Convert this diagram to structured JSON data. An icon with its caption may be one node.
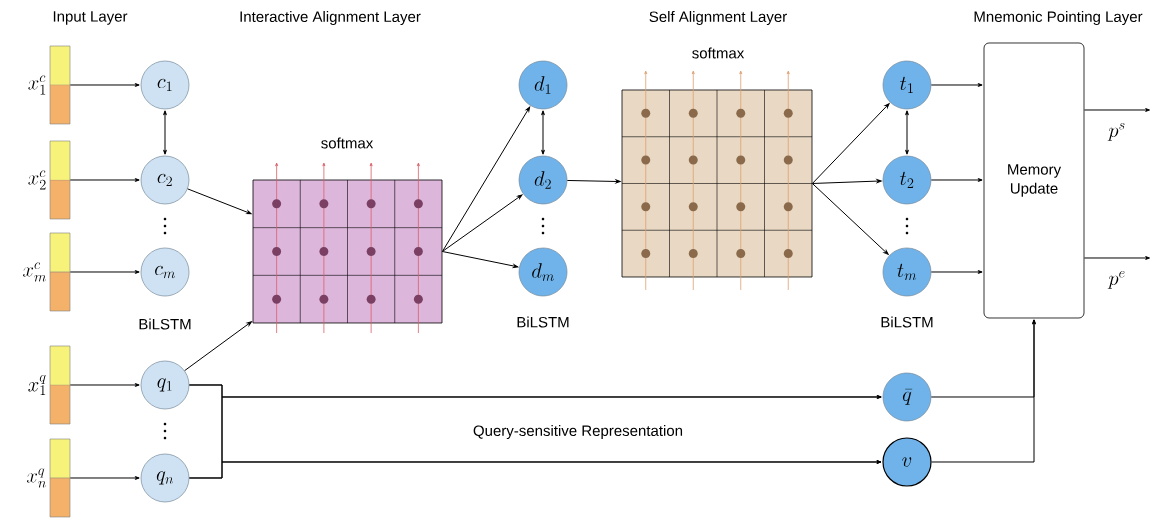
{
  "diagram": {
    "nodes": [
      {
        "text": [],
        "shape": "bar",
        "beside": [
          "x^{c}_{1}"
        ]
      },
      {
        "text": [],
        "shape": "bar",
        "beside": [
          "x^{c}_{2}"
        ]
      },
      {
        "text": [],
        "shape": "bar",
        "beside": [
          "x^{c}_{m}"
        ]
      },
      {
        "text": [],
        "shape": "bar",
        "beside": [
          "x^{q}_{1}"
        ]
      },
      {
        "text": [],
        "shape": "bar",
        "beside": [
          "x^{q}_{n}"
        ]
      },
      {
        "text": [
          "c_1"
        ]
      },
      {
        "text": [
          "c_2"
        ]
      },
      {
        "text": [
          "c_m"
        ]
      },
      {
        "text": [
          "q_1"
        ]
      },
      {
        "text": [
          "q_n"
        ]
      },
      {
        "text": [],
        "shape": "box",
        "beside": [
          "softmax"
        ]
      },
      {
        "text": [
          "d_1"
        ]
      },
      {
        "text": [
          "d_2"
        ]
      },
      {
        "text": [
          "d_m"
        ]
      },
      {
        "text": [],
        "shape": "box",
        "beside": [
          "softmax"
        ]
      },
      {
        "text": [
          "t_1"
        ]
      },
      {
        "text": [
          "t_2"
        ]
      },
      {
        "text": [
          "t_m"
        ]
      },
      {
        "text": [
          "Memory Update"
        ]
      },
      {
        "text": [
          "\\bar{q}"
        ]
      },
      {
        "text": [
          "v"
        ]
      }
    ],
    "edges": [
      {
        "from": 0,
        "to": 5,
        "arrow": "to"
      },
      {
        "from": 1,
        "to": 6,
        "arrow": "to"
      },
      {
        "from": 2,
        "to": 7,
        "arrow": "to"
      },
      {
        "from": 3,
        "to": 8,
        "arrow": "to"
      },
      {
        "from": 4,
        "to": 9,
        "arrow": "to"
      },
      {
        "from": 5,
        "to": 6,
        "arrow": "both"
      },
      {
        "from": 6,
        "to": 10,
        "arrow": "to"
      },
      {
        "from": 8,
        "to": 10,
        "arrow": "to"
      },
      {
        "from": 10,
        "to": 11,
        "arrow": "to"
      },
      {
        "from": 10,
        "to": 12,
        "arrow": "to"
      },
      {
        "from": 10,
        "to": 13,
        "arrow": "to"
      },
      {
        "from": 11,
        "to": 12,
        "arrow": "both"
      },
      {
        "from": 12,
        "to": 14,
        "arrow": "to"
      },
      {
        "from": 14,
        "to": 15,
        "arrow": "to"
      },
      {
        "from": 14,
        "to": 16,
        "arrow": "to"
      },
      {
        "from": 14,
        "to": 17,
        "arrow": "to"
      },
      {
        "from": 15,
        "to": 16,
        "arrow": "both"
      },
      {
        "from": 15,
        "to": 18,
        "arrow": "to"
      },
      {
        "from": 16,
        "to": 18,
        "arrow": "to"
      },
      {
        "from": 17,
        "to": 18,
        "arrow": "to"
      },
      {
        "from": 8,
        "to": 19,
        "arrow": "to"
      },
      {
        "from": 9,
        "to": 19,
        "arrow": "to"
      },
      {
        "from": 8,
        "to": 20,
        "arrow": "to"
      },
      {
        "from": 9,
        "to": 20,
        "arrow": "to"
      },
      {
        "from": 19,
        "to": 18,
        "arrow": "to"
      },
      {
        "from": 20,
        "to": 18,
        "arrow": "to"
      },
      {
        "from": 18,
        "to": null,
        "arrow": "to",
        "label": "p^{s}"
      },
      {
        "from": 18,
        "to": null,
        "arrow": "to",
        "label": "p^{e}"
      }
    ],
    "labels": [
      "Input Layer",
      "Interactive Alignment Layer",
      "Self Alignment Layer",
      "Mnemonic Pointing Layer",
      "BiLSTM",
      "BiLSTM",
      "BiLSTM",
      "Query-sensitive Representation"
    ]
  }
}
